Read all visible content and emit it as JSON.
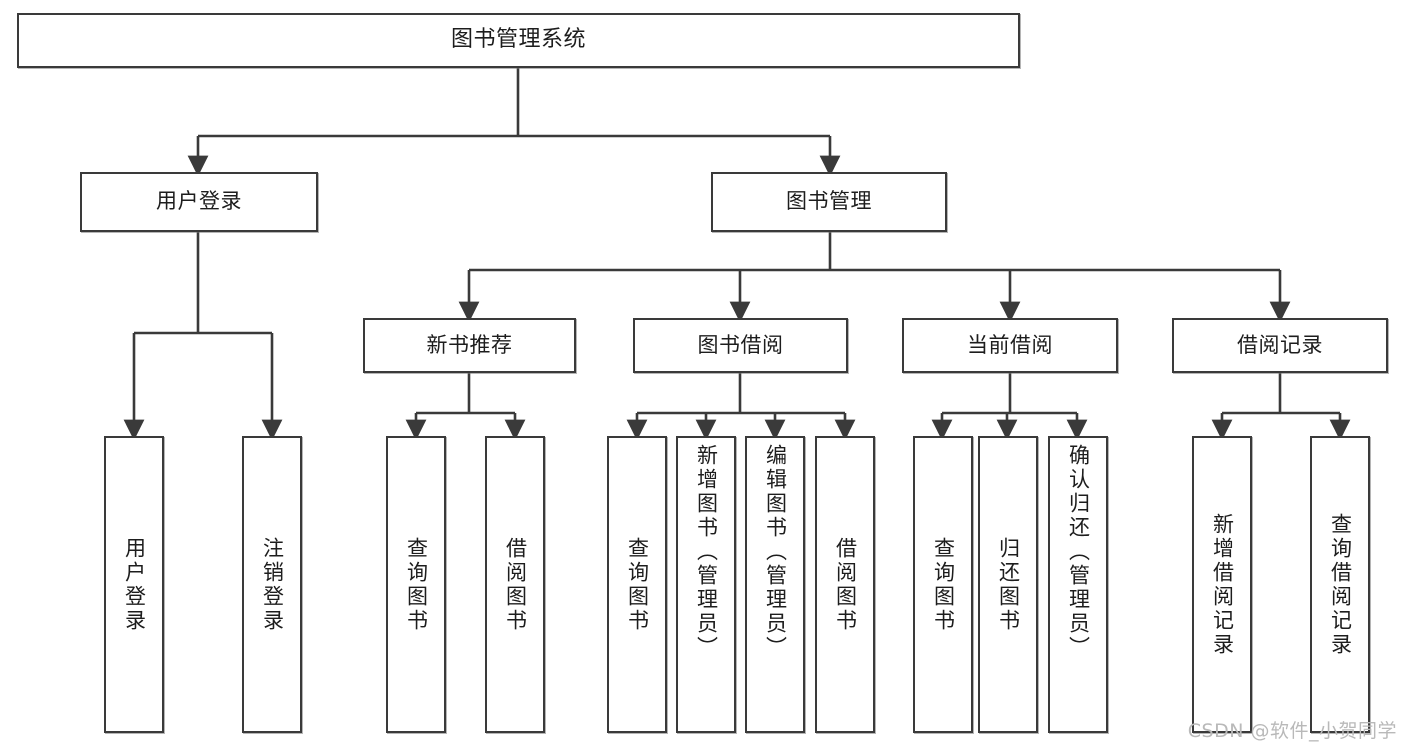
{
  "diagram": {
    "title": "图书管理系统",
    "type": "tree-hierarchy-diagram",
    "orientation": "top-down",
    "colors": {
      "box_border": "#3a3a3a",
      "box_fill": "#ffffff",
      "edge": "#3a3a3a",
      "text": "#1d1d1d",
      "watermark": "#b9b9b9",
      "background": "#ffffff"
    },
    "watermark": "CSDN @软件_小贺同学"
  },
  "nodes": {
    "root": {
      "label": "图书管理系统"
    },
    "level2": [
      {
        "label": "用户登录"
      },
      {
        "label": "图书管理"
      }
    ],
    "level3": [
      {
        "label": "新书推荐"
      },
      {
        "label": "图书借阅"
      },
      {
        "label": "当前借阅"
      },
      {
        "label": "借阅记录"
      }
    ],
    "leaves": {
      "user_login": [
        {
          "label": "用户登录"
        },
        {
          "label": "注销登录"
        }
      ],
      "new_book_recommend": [
        {
          "label": "查询图书"
        },
        {
          "label": "借阅图书"
        }
      ],
      "book_borrow": [
        {
          "label": "查询图书"
        },
        {
          "label": "新增图书（管理员）"
        },
        {
          "label": "编辑图书（管理员）"
        },
        {
          "label": "借阅图书"
        }
      ],
      "current_borrow": [
        {
          "label": "查询图书"
        },
        {
          "label": "归还图书"
        },
        {
          "label": "确认归还（管理员）"
        }
      ],
      "borrow_records": [
        {
          "label": "新增借阅记录"
        },
        {
          "label": "查询借阅记录"
        }
      ]
    }
  }
}
